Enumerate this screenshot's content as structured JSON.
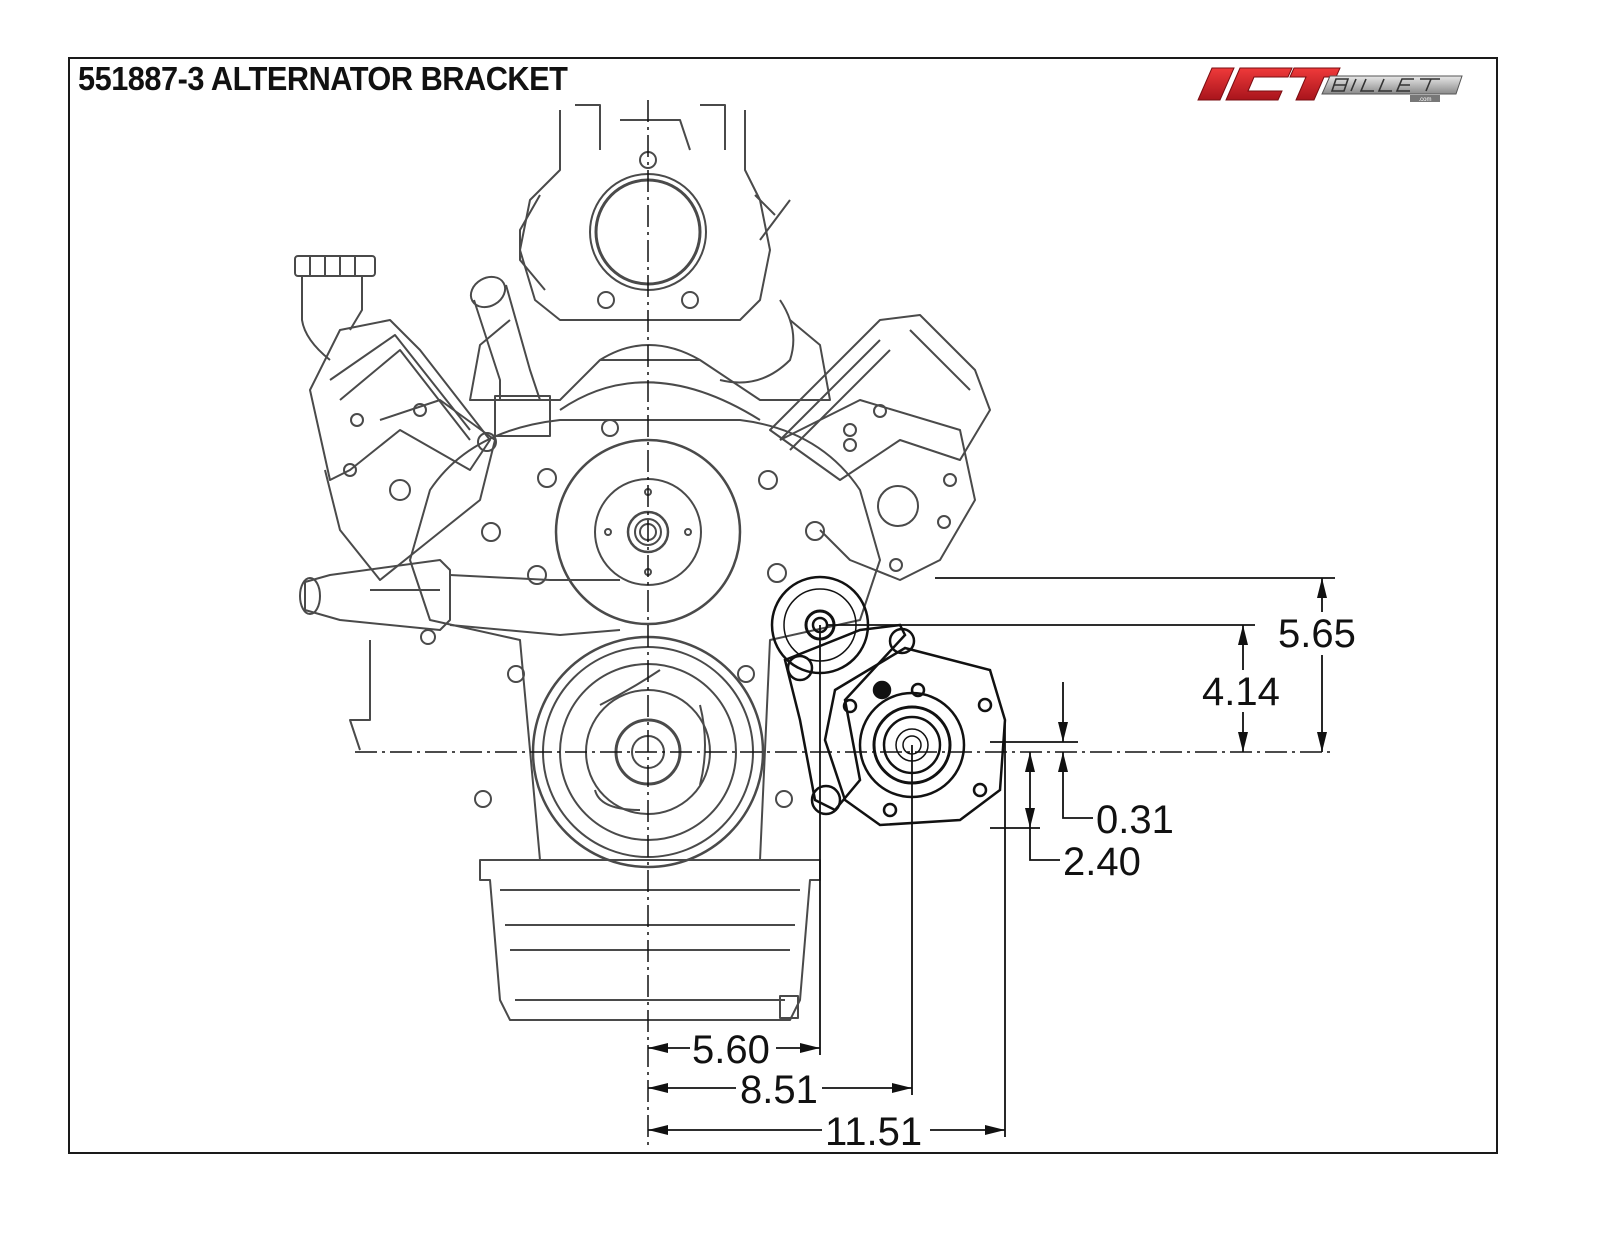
{
  "title": "551887-3 ALTERNATOR BRACKET",
  "logo": {
    "brand_primary": "ICT",
    "brand_secondary": "BILLET",
    "brand_suffix": ".com",
    "primary_color": "#d3212a",
    "secondary_color": "#9a9a9a"
  },
  "drawing": {
    "subject": "LS engine front view with alternator bracket",
    "line_color": "#444444",
    "dimension_color": "#111111",
    "reference_lines": {
      "crank_vertical_centerline": "dash-dot",
      "crank_horizontal_centerline": "dash-dot"
    }
  },
  "dimensions": {
    "vertical": [
      {
        "id": "idler-to-crank-height",
        "label": "5.65"
      },
      {
        "id": "alt-pivot-to-crank-height",
        "label": "4.14"
      },
      {
        "id": "alt-center-offset",
        "label": "0.31"
      },
      {
        "id": "alt-bottom-offset",
        "label": "2.40"
      }
    ],
    "horizontal": [
      {
        "id": "idler-from-crank",
        "label": "5.60"
      },
      {
        "id": "alt-center-from-crank",
        "label": "8.51"
      },
      {
        "id": "alt-outer-from-crank",
        "label": "11.51"
      }
    ],
    "units": "in"
  }
}
